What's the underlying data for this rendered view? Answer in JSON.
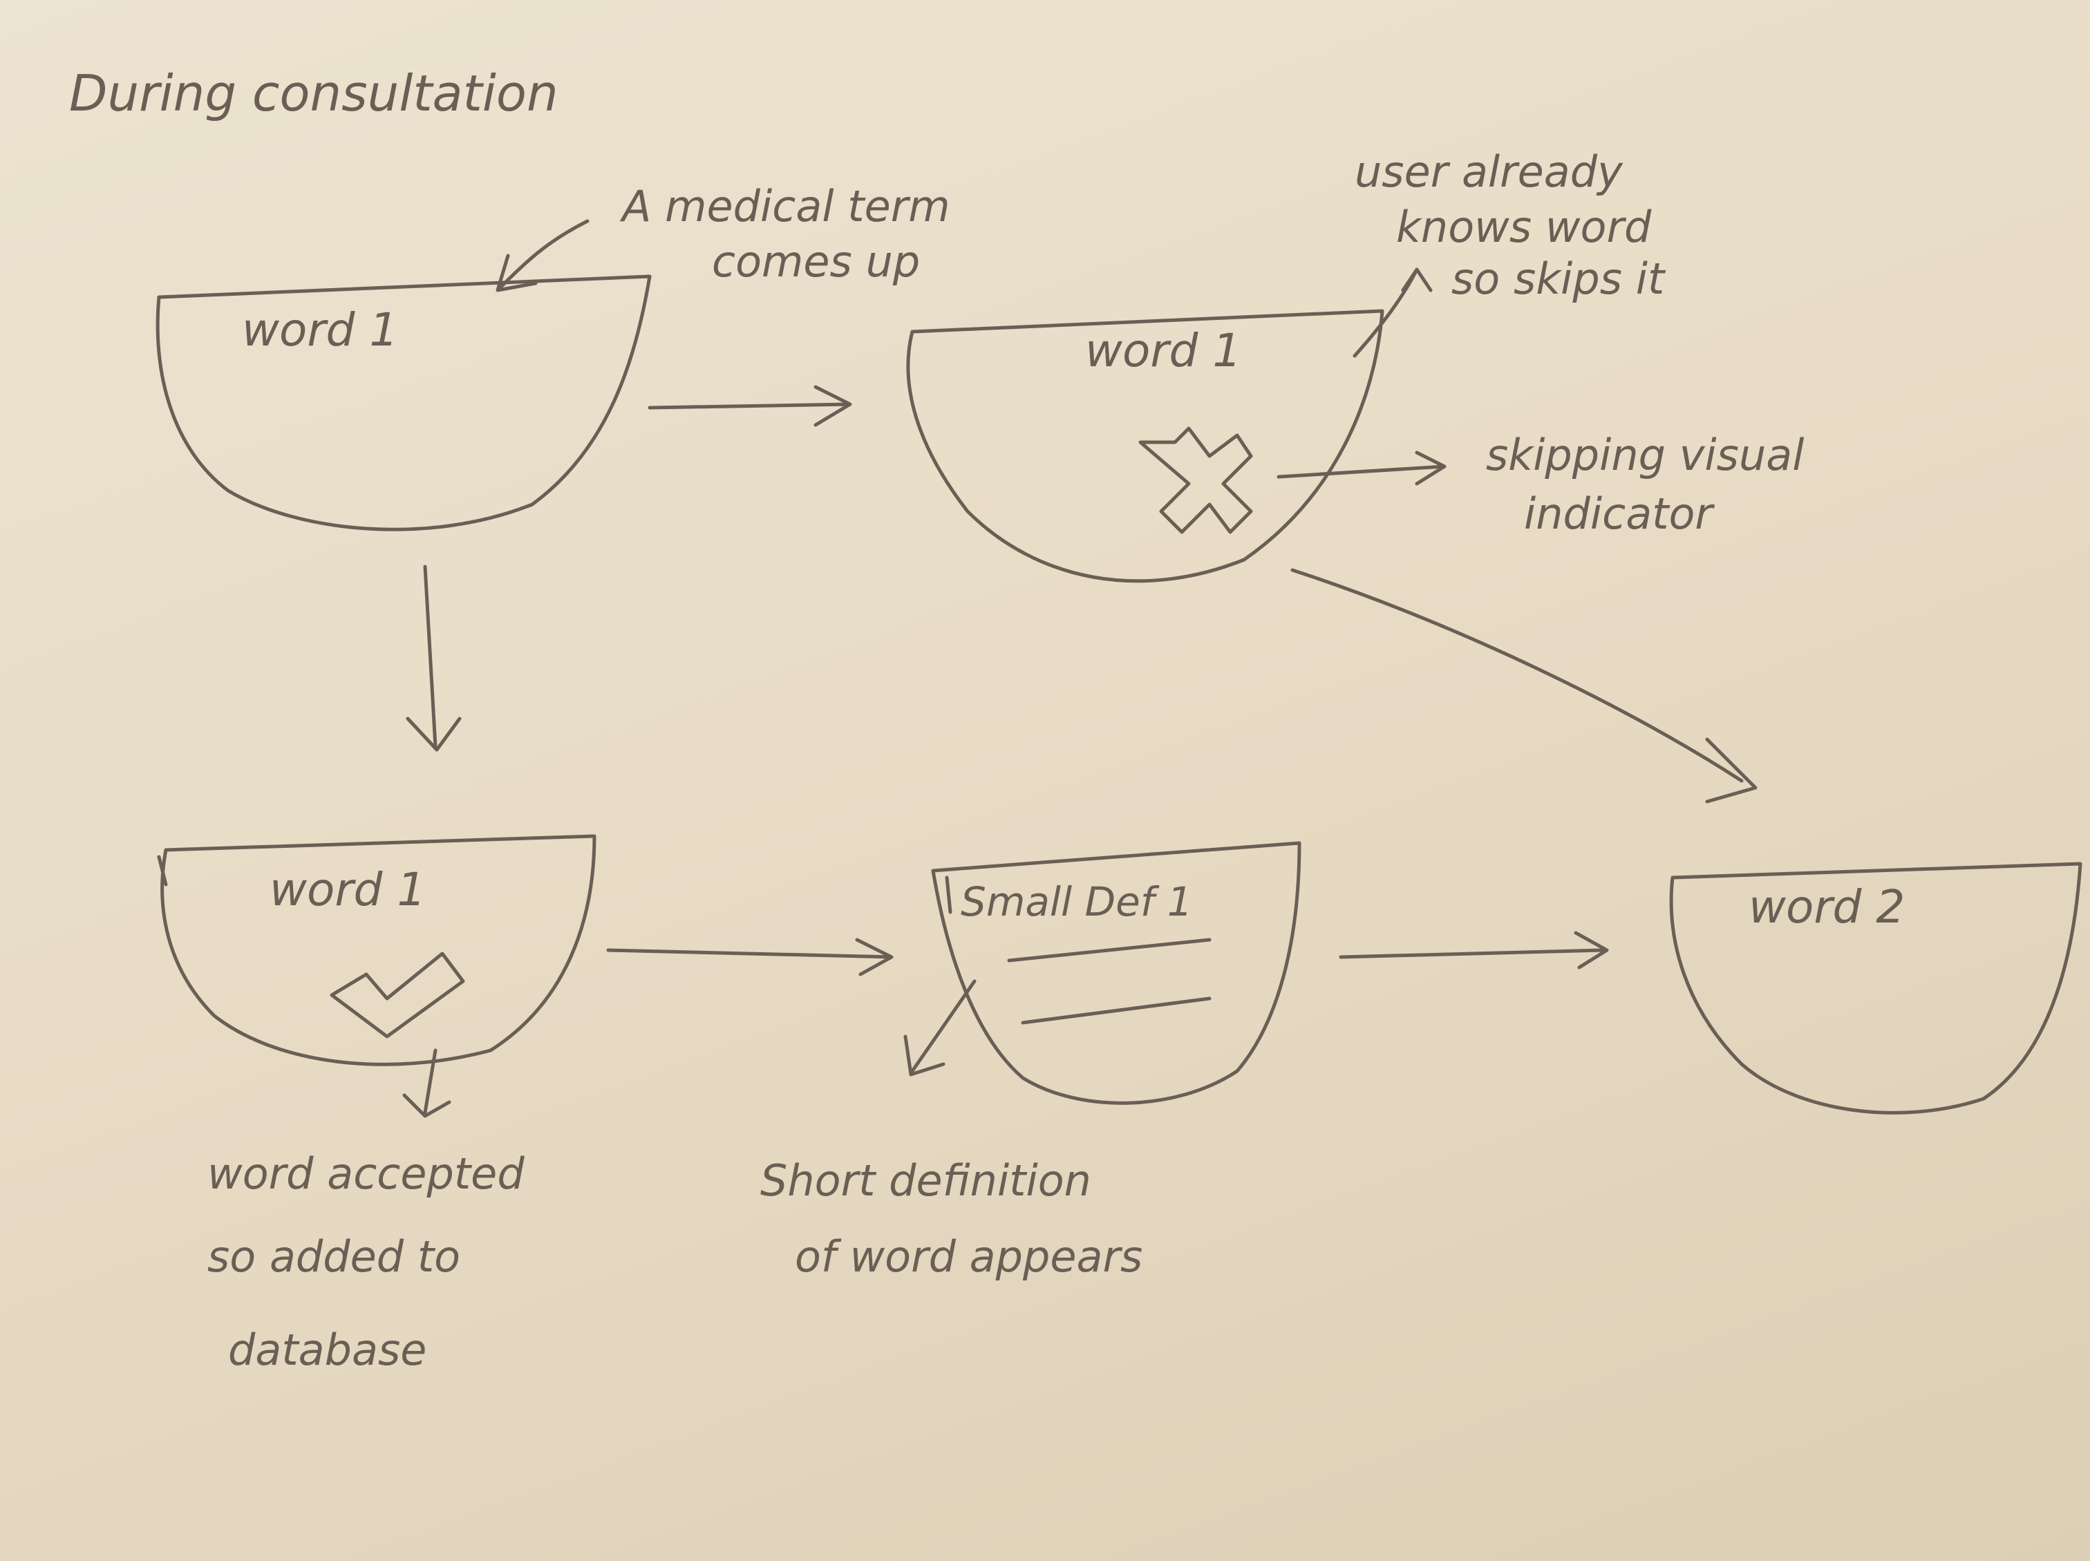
{
  "title": "During consultation",
  "nodes": {
    "word1_top": {
      "label": "word 1"
    },
    "word1_skip": {
      "label": "word 1"
    },
    "word1_accept": {
      "label": "word 1"
    },
    "definition": {
      "label": "Small Def 1"
    },
    "word2": {
      "label": "word 2"
    }
  },
  "annotations": {
    "medical_term": [
      "A medical term",
      "comes up"
    ],
    "already_knows": [
      "user already",
      "knows word",
      "so skips it"
    ],
    "skip_indicator": [
      "skipping visual",
      "indicator"
    ],
    "accepted": [
      "word accepted",
      "so added to",
      "database"
    ],
    "short_def": [
      "Short definition",
      "of word appears"
    ]
  },
  "icons": {
    "skip": "cross-icon",
    "accept": "checkmark-icon"
  },
  "colors": {
    "ink": "#6b5e55",
    "paper": "#ece3d0"
  }
}
